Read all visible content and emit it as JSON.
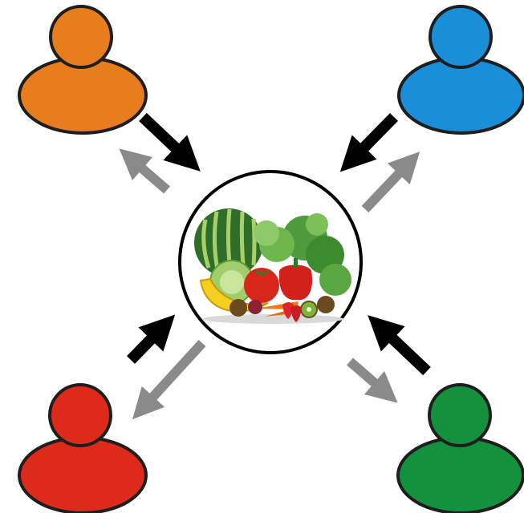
{
  "diagram": {
    "hub": {
      "icon": "fruits-vegetables-icon",
      "border_color": "#000000"
    },
    "people": [
      {
        "id": "top-left",
        "icon": "person-icon",
        "color": "#e87d1e"
      },
      {
        "id": "top-right",
        "icon": "person-icon",
        "color": "#1a8ed8"
      },
      {
        "id": "bottom-left",
        "icon": "person-icon",
        "color": "#dd2a1b"
      },
      {
        "id": "bottom-right",
        "icon": "person-icon",
        "color": "#13913d"
      }
    ],
    "arrows": {
      "to_hub_color": "#000000",
      "from_hub_color": "#8a8a8a"
    }
  }
}
